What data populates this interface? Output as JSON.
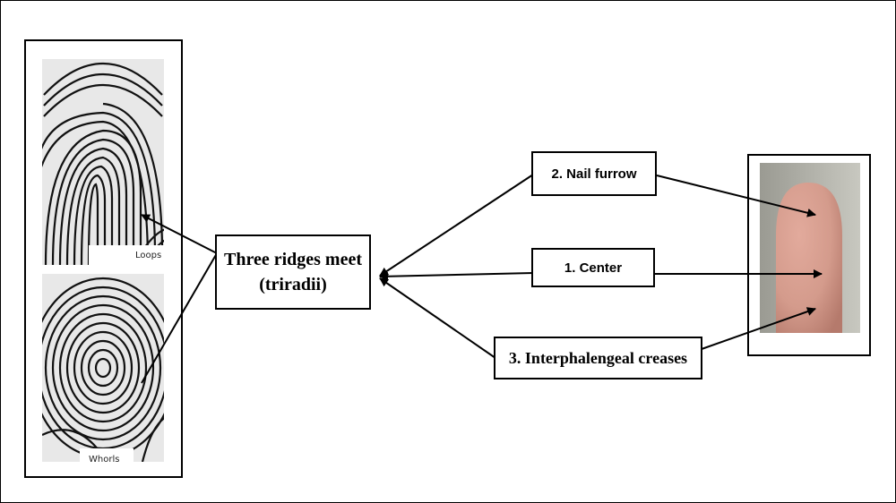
{
  "diagram": {
    "center_node": {
      "line1": "Three ridges meet",
      "line2": "(triradii)"
    },
    "nodes": [
      {
        "id": "nail",
        "label": "2. Nail furrow"
      },
      {
        "id": "center",
        "label": "1. Center"
      },
      {
        "id": "crease",
        "label": "3. Interphalengeal creases"
      }
    ],
    "fingerprint_captions": {
      "top": "Loops",
      "bottom": "Whorls"
    },
    "colors": {
      "line": "#000000",
      "skin": "#d9a093",
      "bg_gray": "#a8a8a0"
    },
    "icons": [
      "loop-fingerprint-image",
      "whorl-fingerprint-image",
      "thumb-photo"
    ]
  }
}
